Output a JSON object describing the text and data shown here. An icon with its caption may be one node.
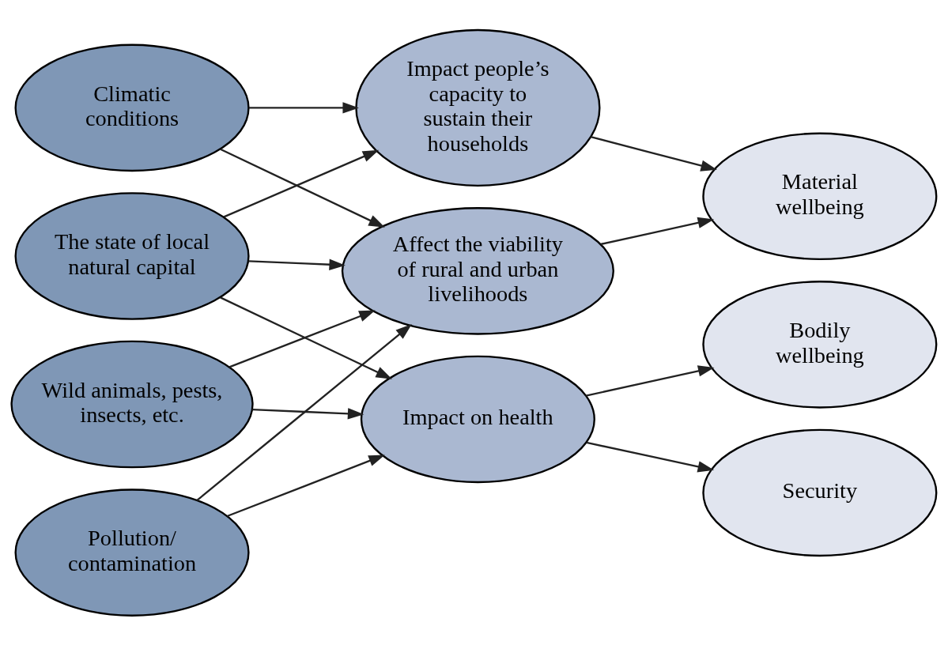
{
  "diagram": {
    "nodes": [
      {
        "text": [
          "Climatic conditions"
        ]
      },
      {
        "text": [
          "The state of local natural capital"
        ]
      },
      {
        "text": [
          "Wild animals, pests, insects, etc."
        ]
      },
      {
        "text": [
          "Pollution/ contamination"
        ]
      },
      {
        "text": [
          "Impact people’s capacity to sustain their households"
        ]
      },
      {
        "text": [
          "Affect the viability of rural and urban livelihoods"
        ]
      },
      {
        "text": [
          "Impact on health"
        ]
      },
      {
        "text": [
          "Material wellbeing"
        ]
      },
      {
        "text": [
          "Bodily wellbeing"
        ]
      },
      {
        "text": [
          "Security"
        ]
      }
    ],
    "edges": [
      {
        "from": 0,
        "to": 4,
        "arrow": "to"
      },
      {
        "from": 0,
        "to": 5,
        "arrow": "to"
      },
      {
        "from": 1,
        "to": 4,
        "arrow": "to"
      },
      {
        "from": 1,
        "to": 5,
        "arrow": "to"
      },
      {
        "from": 1,
        "to": 6,
        "arrow": "to"
      },
      {
        "from": 2,
        "to": 5,
        "arrow": "to"
      },
      {
        "from": 2,
        "to": 6,
        "arrow": "to"
      },
      {
        "from": 3,
        "to": 5,
        "arrow": "to"
      },
      {
        "from": 3,
        "to": 6,
        "arrow": "to"
      },
      {
        "from": 4,
        "to": 7,
        "arrow": "to"
      },
      {
        "from": 5,
        "to": 7,
        "arrow": "to"
      },
      {
        "from": 6,
        "to": 8,
        "arrow": "to"
      },
      {
        "from": 6,
        "to": 9,
        "arrow": "to"
      }
    ]
  }
}
